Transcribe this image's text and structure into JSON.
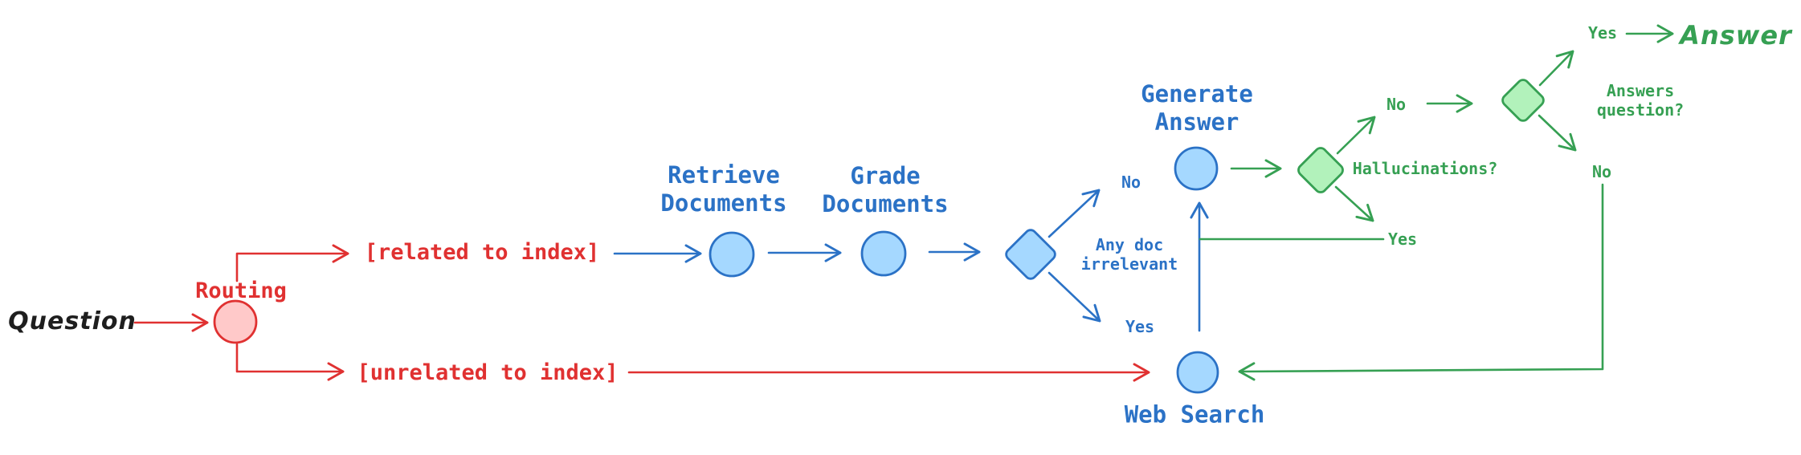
{
  "colors": {
    "red": "#e03131",
    "red_fill": "#ffc9c9",
    "blue": "#2b72c6",
    "blue_fill": "#a5d8ff",
    "green": "#36a053",
    "green_fill": "#b2f2bb",
    "ink": "#1e1e1e"
  },
  "nodes": {
    "question": {
      "label": "Question"
    },
    "routing": {
      "label": "Routing"
    },
    "related": {
      "label": "[related to index]"
    },
    "unrelated": {
      "label": "[unrelated to index]"
    },
    "retrieve": {
      "label": "Retrieve\nDocuments"
    },
    "grade": {
      "label": "Grade\nDocuments"
    },
    "doc_decision": {
      "label": "Any doc\nirrelevant",
      "no": "No",
      "yes": "Yes"
    },
    "generate": {
      "label": "Generate\nAnswer"
    },
    "web_search": {
      "label": "Web Search"
    },
    "hallucinations": {
      "label": "Hallucinations?",
      "no": "No",
      "yes": "Yes"
    },
    "answers_question": {
      "label": "Answers question?",
      "yes": "Yes",
      "no": "No"
    },
    "answer": {
      "label": "Answer"
    }
  }
}
